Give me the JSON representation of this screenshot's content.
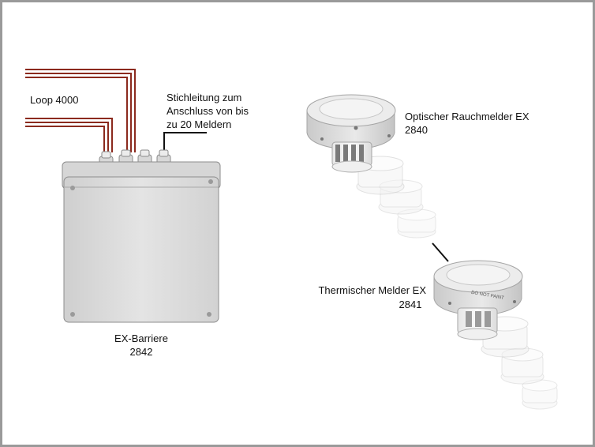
{
  "labels": {
    "loop": "Loop 4000",
    "stich_1": "Stichleitung zum",
    "stich_2": "Anschluss von bis",
    "stich_3": "zu 20 Meldern",
    "optisch_name": "Optischer Rauchmelder EX",
    "optisch_num": "2840",
    "thermisch_name": "Thermischer Melder EX",
    "thermisch_num": "2841",
    "barrier_name": "EX-Barriere",
    "barrier_num": "2842",
    "do_not_paint": "DO NOT PAINT"
  },
  "colors": {
    "loop_wire": "#8b2a1e",
    "stub_wire": "#111111",
    "frame": "#9a9a9a",
    "enclosure": "#dcdcdc",
    "detector": "#e2e2e2"
  }
}
